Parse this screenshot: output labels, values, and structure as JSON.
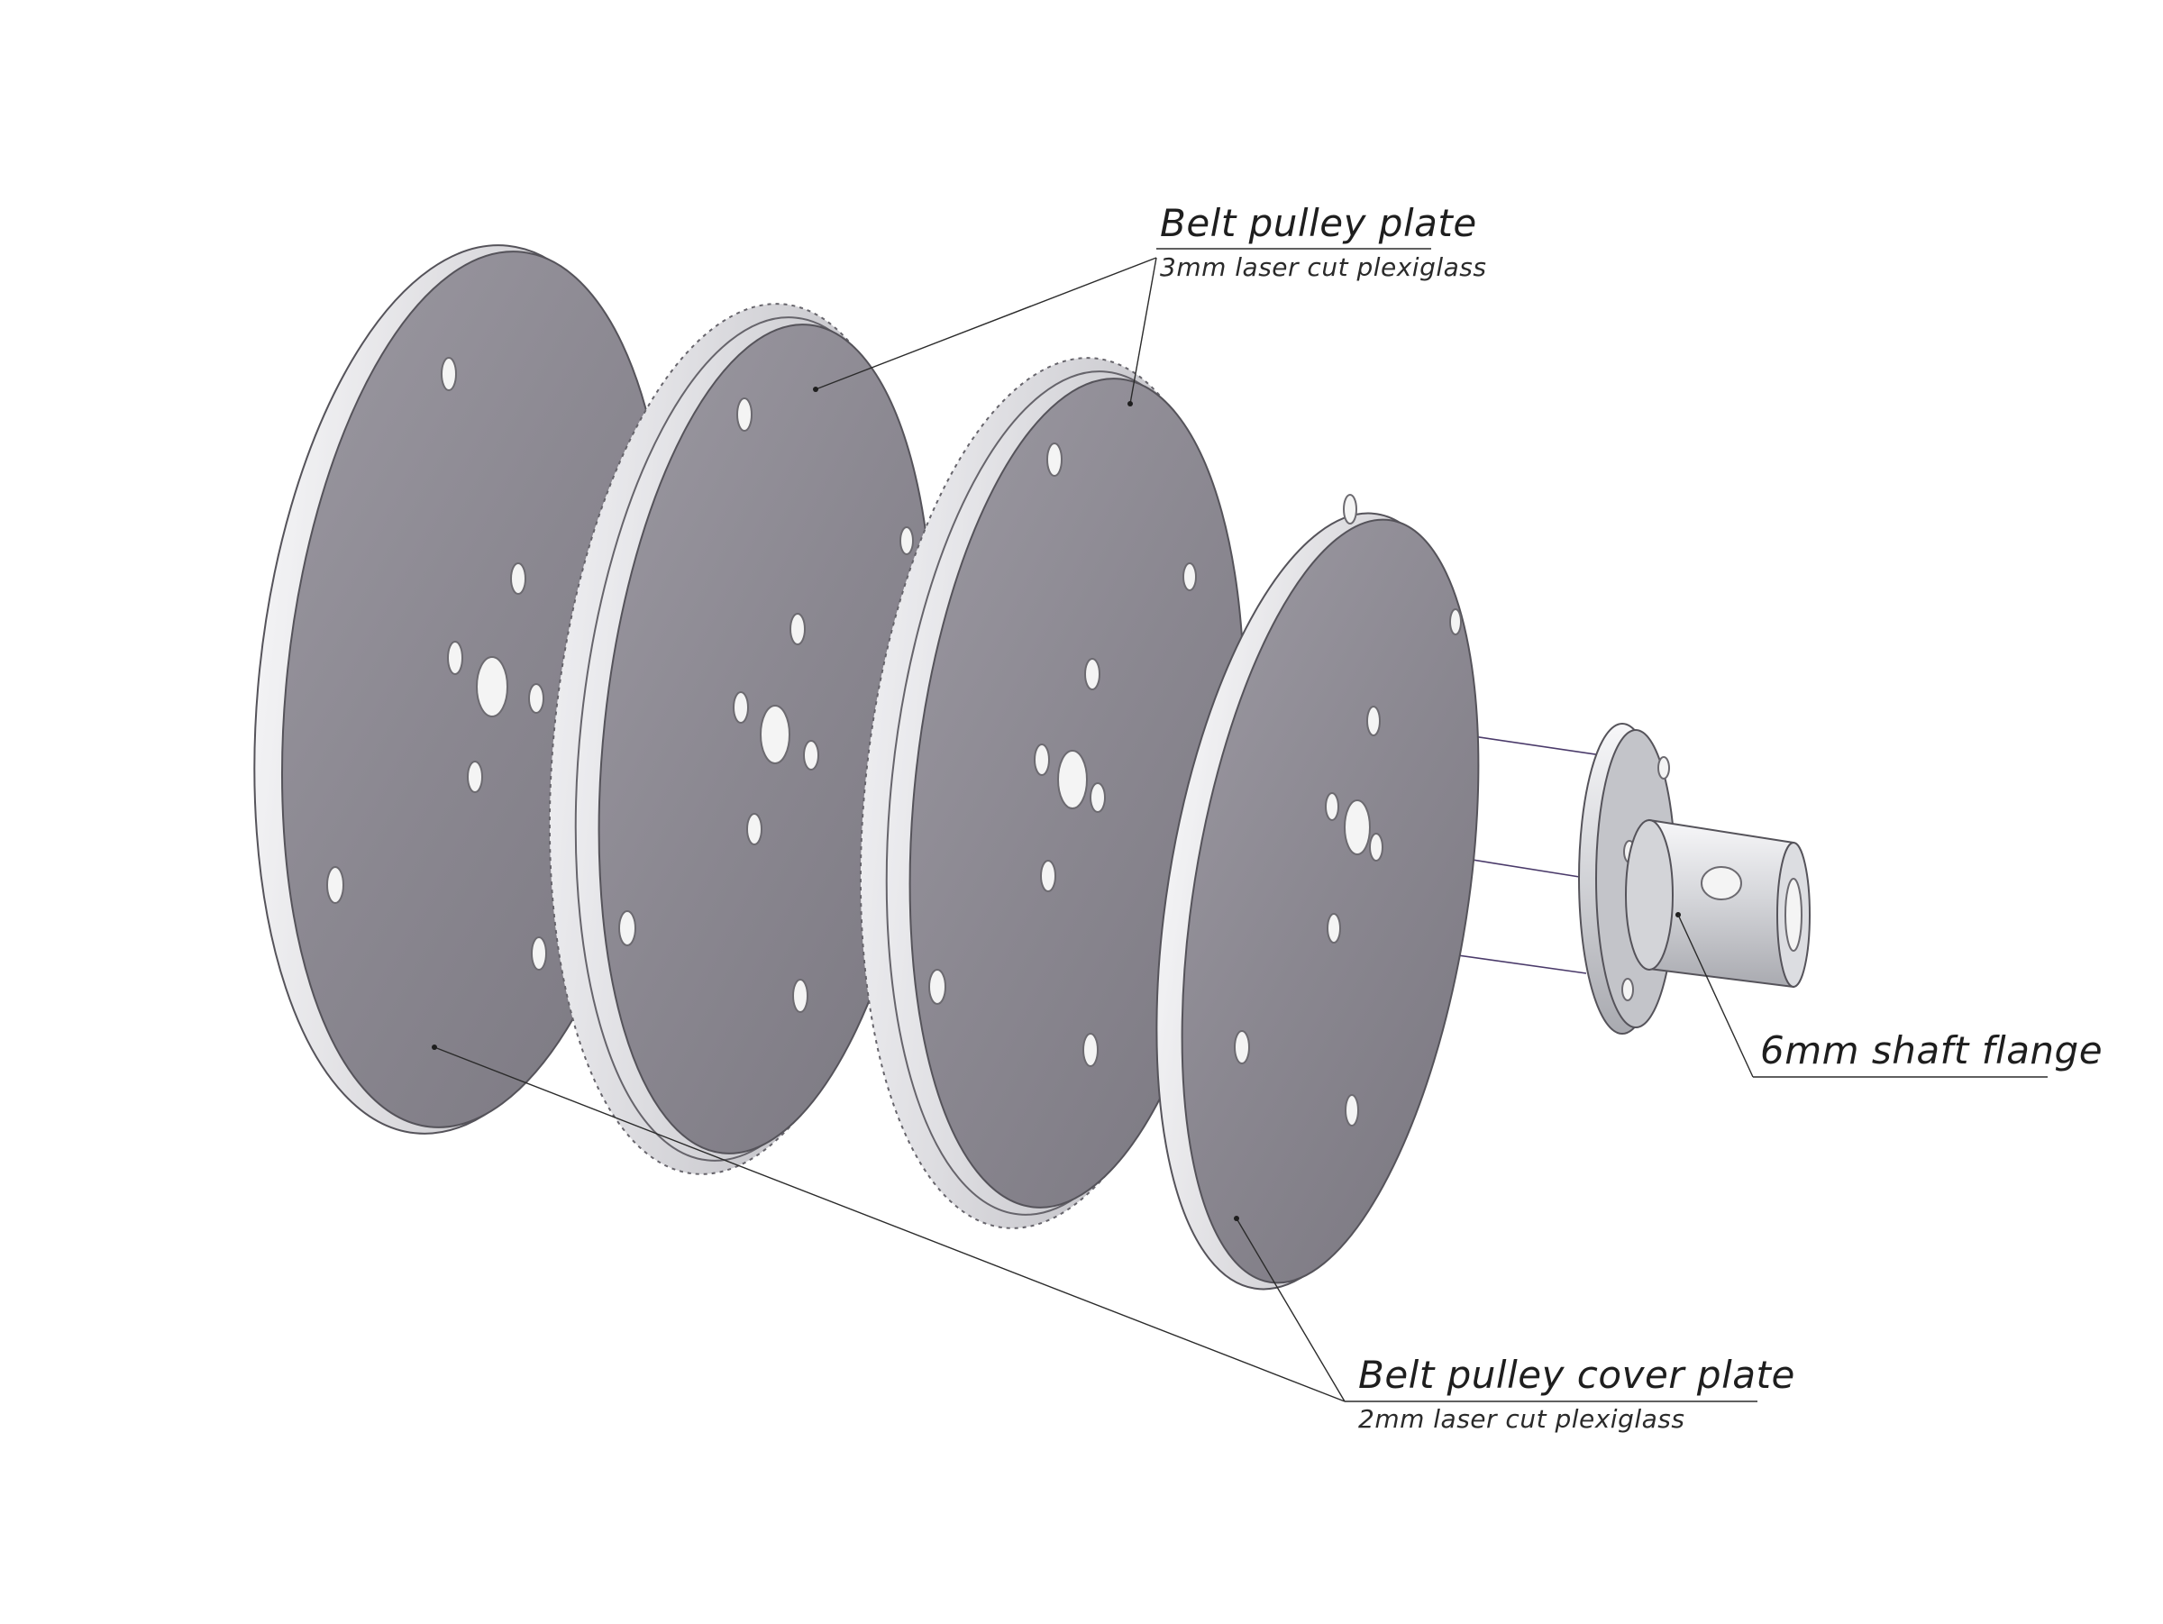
{
  "labels": {
    "belt_pulley_plate": {
      "title": "Belt pulley plate",
      "subtitle": "3mm laser cut plexiglass"
    },
    "belt_pulley_cover_plate": {
      "title": "Belt pulley cover plate",
      "subtitle": "2mm laser cut plexiglass"
    },
    "shaft_flange": {
      "title": "6mm shaft flange"
    }
  },
  "colors": {
    "plate_face": "#8a8790",
    "plate_rim": "#d9d8dc",
    "metal": "#cfd0d4",
    "ink": "#1e1e1e",
    "axis_lines": "#4a3a6a"
  }
}
